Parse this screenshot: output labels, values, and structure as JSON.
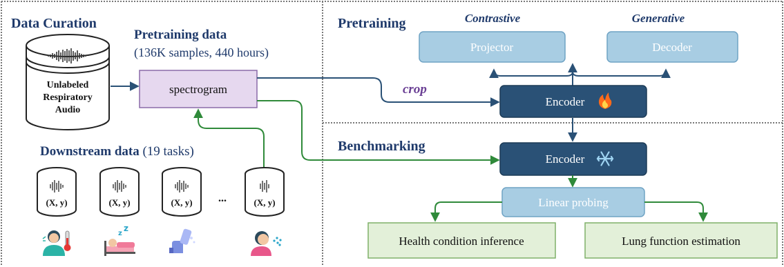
{
  "sections": {
    "data_curation": "Data Curation",
    "pretraining": "Pretraining",
    "benchmarking": "Benchmarking"
  },
  "pretraining_data": {
    "title": "Pretraining data",
    "subtitle": "(136K samples, 440 hours)"
  },
  "unlabeled_db": [
    "Unlabeled",
    "Respiratory",
    "Audio"
  ],
  "spectrogram": "spectrogram",
  "crop_label": "crop",
  "downstream": {
    "title": "Downstream data",
    "count": "(19 tasks)",
    "db_label": "(X, y)",
    "ellipsis": "..."
  },
  "pretrain_heads": {
    "contrastive_label": "Contrastive",
    "generative_label": "Generative",
    "projector": "Projector",
    "decoder": "Decoder"
  },
  "encoder_label": "Encoder",
  "linear_probing": "Linear probing",
  "outputs": {
    "health": "Health condition inference",
    "lung": "Lung function estimation"
  },
  "icons": [
    "fever-person-icon",
    "sleeping-person-icon",
    "inhaler-icon",
    "coughing-person-icon",
    "fire-icon",
    "snowflake-icon",
    "waveform-icon"
  ],
  "colors": {
    "navy": "#2a5176",
    "light_blue": "#a8cde3",
    "lavender": "#e6d8ef",
    "light_green": "#e3f0d9",
    "green_arrow": "#2f8a3a",
    "crop_purple": "#6a3f94",
    "title_blue": "#1f3a6b"
  }
}
